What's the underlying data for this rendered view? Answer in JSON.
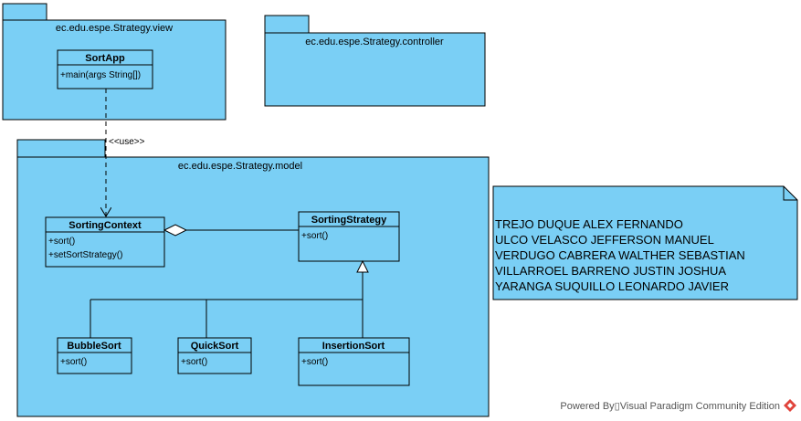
{
  "packages": {
    "view": {
      "title": "ec.edu.espe.Strategy.view"
    },
    "controller": {
      "title": "ec.edu.espe.Strategy.controller"
    },
    "model": {
      "title": "ec.edu.espe.Strategy.model"
    }
  },
  "classes": {
    "sortapp": {
      "name": "SortApp",
      "members": [
        "+main(args String[])"
      ]
    },
    "sortingcontext": {
      "name": "SortingContext",
      "members": [
        "+sort()",
        "+setSortStrategy()"
      ]
    },
    "sortingstrategy": {
      "name": "SortingStrategy",
      "members": [
        "+sort()"
      ]
    },
    "bubblesort": {
      "name": "BubbleSort",
      "members": [
        "+sort()"
      ]
    },
    "quicksort": {
      "name": "QuickSort",
      "members": [
        "+sort()"
      ]
    },
    "insertionsort": {
      "name": "InsertionSort",
      "members": [
        "+sort()"
      ]
    }
  },
  "relations": {
    "use_label": "<<use>>"
  },
  "note": {
    "lines": [
      "TREJO DUQUE ALEX FERNANDO",
      "ULCO VELASCO JEFFERSON MANUEL",
      "VERDUGO CABRERA WALTHER SEBASTIAN",
      "VILLARROEL BARRENO JUSTIN JOSHUA",
      "YARANGA SUQUILLO LEONARDO JAVIER"
    ]
  },
  "footer": {
    "text": "Powered By▯Visual Paradigm Community Edition",
    "logo_icon": "visual-paradigm-logo-icon",
    "logo_color": "#e0433b"
  },
  "colors": {
    "fill": "#7acff5",
    "stroke": "#000000"
  }
}
